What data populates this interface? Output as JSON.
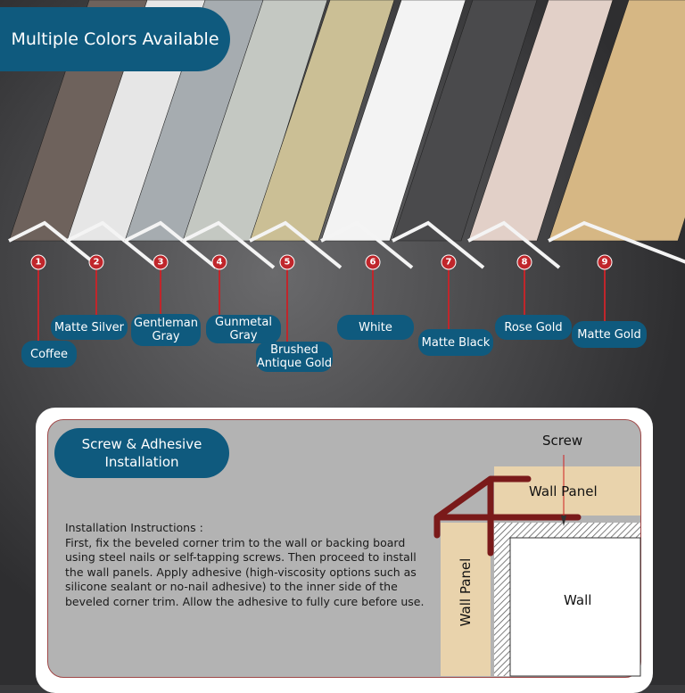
{
  "header": {
    "title": "Multiple Colors Available"
  },
  "colors": [
    {
      "num": "1",
      "label": "Coffee",
      "swatch": "#6e625c"
    },
    {
      "num": "2",
      "label": "Matte Silver",
      "swatch": "#e6e6e6"
    },
    {
      "num": "3",
      "label": "Gentleman Gray",
      "swatch": "#a6acb0"
    },
    {
      "num": "4",
      "label": "Gunmetal Gray",
      "swatch": "#c4c8c2"
    },
    {
      "num": "5",
      "label": "Brushed Antique Gold",
      "swatch": "#cbbf95"
    },
    {
      "num": "6",
      "label": "White",
      "swatch": "#f3f3f3"
    },
    {
      "num": "7",
      "label": "Matte Black",
      "swatch": "#4a4a4c"
    },
    {
      "num": "8",
      "label": "Rose Gold",
      "swatch": "#e2d0c8"
    },
    {
      "num": "9",
      "label": "Matte Gold",
      "swatch": "#d6b784"
    }
  ],
  "installation": {
    "title": "Screw & Adhesive Installation",
    "heading": "Installation Instructions :",
    "text": "First, fix the beveled corner trim to the wall or backing board using steel nails or self-tapping screws. Then proceed to install the wall panels. Apply adhesive (high-viscosity options such as silicone sealant or no-nail adhesive) to the inner side of the beveled corner trim. Allow the adhesive to fully cure before use.",
    "diagram": {
      "screw": "Screw",
      "wall_panel_top": "Wall Panel",
      "wall_panel_side": "Wall Panel",
      "wall": "Wall"
    }
  }
}
